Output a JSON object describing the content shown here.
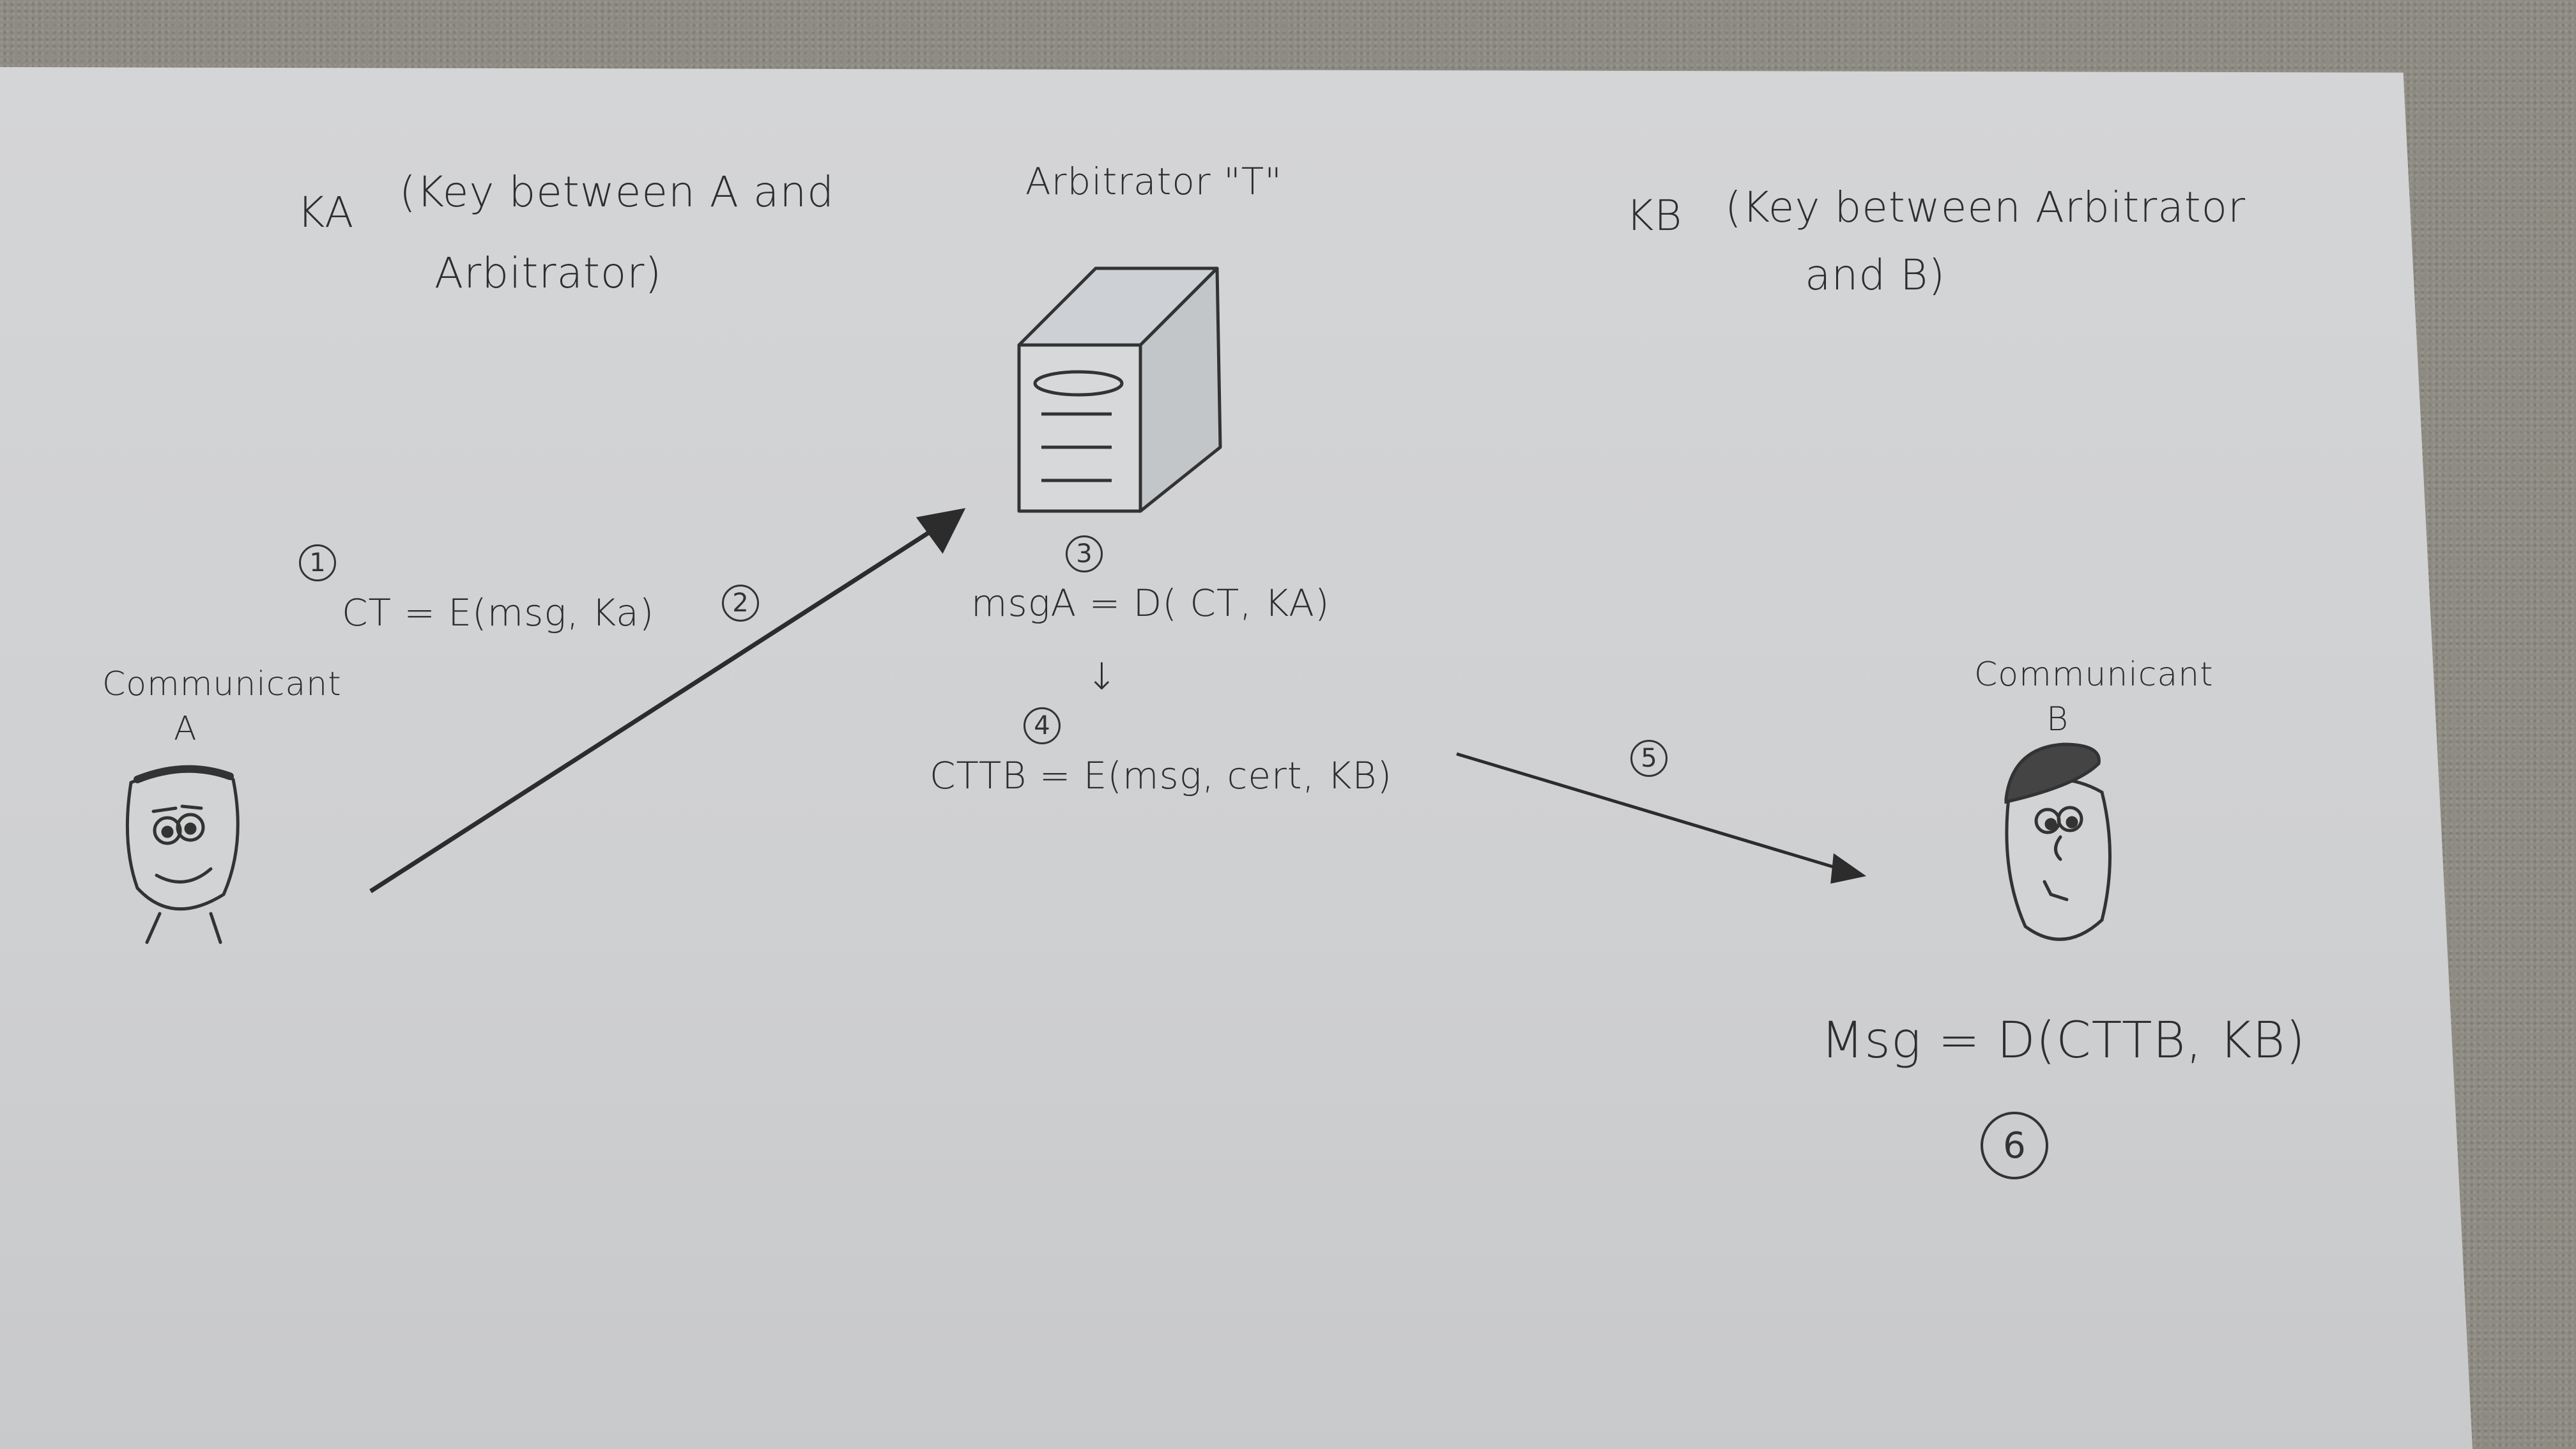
{
  "labels": {
    "key_a_symbol": "KA",
    "key_a_desc_line1": "(Key between A and",
    "key_a_desc_line2": "Arbitrator)",
    "arbitrator": "Arbitrator \"T\"",
    "key_b_symbol": "KB",
    "key_b_desc_line1": "(Key between Arbitrator",
    "key_b_desc_line2": "and B)",
    "communicant_a_line1": "Communicant",
    "communicant_a_line2": "A",
    "communicant_b_line1": "Communicant",
    "communicant_b_line2": "B"
  },
  "steps": [
    {
      "number": "1",
      "formula": "CT = E(msg, Ka)"
    },
    {
      "number": "2",
      "formula": ""
    },
    {
      "number": "3",
      "formula": "msgA = D( CT, KA)"
    },
    {
      "number": "4",
      "formula": "CTTB = E(msg, cert, KB)"
    },
    {
      "number": "5",
      "formula": ""
    },
    {
      "number": "6",
      "formula": "Msg = D(CTTB, KB)"
    }
  ],
  "flow_arrow": "↓"
}
